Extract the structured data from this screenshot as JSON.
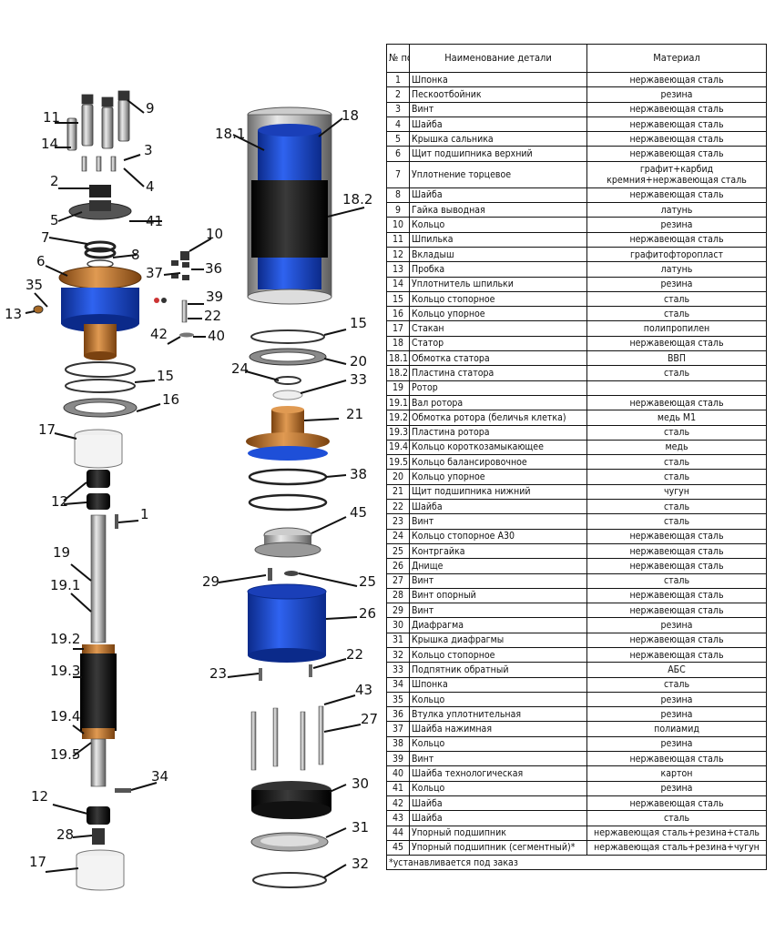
{
  "table": {
    "header": {
      "pos": "№ поз",
      "name": "Наименование детали",
      "material": "Материал"
    },
    "rows": [
      {
        "pos": "1",
        "name": "Шпонка",
        "material": "нержавеющая сталь"
      },
      {
        "pos": "2",
        "name": "Пескоотбойник",
        "material": "резина"
      },
      {
        "pos": "3",
        "name": "Винт",
        "material": "нержавеющая сталь"
      },
      {
        "pos": "4",
        "name": "Шайба",
        "material": "нержавеющая сталь"
      },
      {
        "pos": "5",
        "name": "Крышка сальника",
        "material": "нержавеющая сталь"
      },
      {
        "pos": "6",
        "name": "Щит подшипника верхний",
        "material": "нержавеющая сталь"
      },
      {
        "pos": "7",
        "name": "Уплотнение торцевое",
        "material": "графит+карбид кремния+нержавеющая сталь"
      },
      {
        "pos": "8",
        "name": "Шайба",
        "material": "нержавеющая сталь"
      },
      {
        "pos": "9",
        "name": "Гайка выводная",
        "material": "латунь"
      },
      {
        "pos": "10",
        "name": "Кольцо",
        "material": "резина"
      },
      {
        "pos": "11",
        "name": "Шпилька",
        "material": "нержавеющая сталь"
      },
      {
        "pos": "12",
        "name": "Вкладыш",
        "material": "графитофторопласт"
      },
      {
        "pos": "13",
        "name": "Пробка",
        "material": "латунь"
      },
      {
        "pos": "14",
        "name": "Уплотнитель шпильки",
        "material": "резина"
      },
      {
        "pos": "15",
        "name": "Кольцо стопорное",
        "material": "сталь"
      },
      {
        "pos": "16",
        "name": "Кольцо упорное",
        "material": "сталь"
      },
      {
        "pos": "17",
        "name": "Стакан",
        "material": "полипропилен"
      },
      {
        "pos": "18",
        "name": "Статор",
        "material": "нержавеющая сталь"
      },
      {
        "pos": "18.1",
        "name": "Обмотка статора",
        "material": "ВВП"
      },
      {
        "pos": "18.2",
        "name": "Пластина статора",
        "material": "сталь"
      },
      {
        "pos": "19",
        "name": "Ротор",
        "material": ""
      },
      {
        "pos": "19.1",
        "name": "Вал ротора",
        "material": "нержавеющая сталь"
      },
      {
        "pos": "19.2",
        "name": "Обмотка ротора (беличья клетка)",
        "material": "медь М1"
      },
      {
        "pos": "19.3",
        "name": "Пластина ротора",
        "material": "сталь"
      },
      {
        "pos": "19.4",
        "name": "Кольцо короткозамыкающее",
        "material": "медь"
      },
      {
        "pos": "19.5",
        "name": "Кольцо балансировочное",
        "material": "сталь"
      },
      {
        "pos": "20",
        "name": "Кольцо упорное",
        "material": "сталь"
      },
      {
        "pos": "21",
        "name": "Щит подшипника нижний",
        "material": "чугун"
      },
      {
        "pos": "22",
        "name": "Шайба",
        "material": "сталь"
      },
      {
        "pos": "23",
        "name": "Винт",
        "material": "сталь"
      },
      {
        "pos": "24",
        "name": "Кольцо стопорное А30",
        "material": "нержавеющая сталь"
      },
      {
        "pos": "25",
        "name": "Контргайка",
        "material": "нержавеющая сталь"
      },
      {
        "pos": "26",
        "name": "Днище",
        "material": "нержавеющая сталь"
      },
      {
        "pos": "27",
        "name": "Винт",
        "material": "сталь"
      },
      {
        "pos": "28",
        "name": "Винт опорный",
        "material": "нержавеющая сталь"
      },
      {
        "pos": "29",
        "name": "Винт",
        "material": "нержавеющая сталь"
      },
      {
        "pos": "30",
        "name": "Диафрагма",
        "material": "резина"
      },
      {
        "pos": "31",
        "name": "Крышка диафрагмы",
        "material": "нержавеющая сталь"
      },
      {
        "pos": "32",
        "name": "Кольцо стопорное",
        "material": "нержавеющая сталь"
      },
      {
        "pos": "33",
        "name": "Подпятник обратный",
        "material": "АБС"
      },
      {
        "pos": "34",
        "name": "Шпонка",
        "material": "сталь"
      },
      {
        "pos": "35",
        "name": "Кольцо",
        "material": "резина"
      },
      {
        "pos": "36",
        "name": "Втулка уплотнительная",
        "material": "резина"
      },
      {
        "pos": "37",
        "name": "Шайба нажимная",
        "material": "полиамид"
      },
      {
        "pos": "38",
        "name": "Кольцо",
        "material": "резина"
      },
      {
        "pos": "39",
        "name": "Винт",
        "material": "нержавеющая сталь"
      },
      {
        "pos": "40",
        "name": "Шайба технологическая",
        "material": "картон"
      },
      {
        "pos": "41",
        "name": "Кольцо",
        "material": "резина"
      },
      {
        "pos": "42",
        "name": "Шайба",
        "material": "нержавеющая сталь"
      },
      {
        "pos": "43",
        "name": "Шайба",
        "material": "сталь"
      },
      {
        "pos": "44",
        "name": "Упорный подшипник",
        "material": "нержавеющая сталь+резина+сталь"
      },
      {
        "pos": "45",
        "name": "Упорный подшипник (сегментный)*",
        "material": "нержавеющая сталь+резина+чугун"
      }
    ],
    "footnote": "*устанавливается под заказ"
  },
  "callouts": {
    "c9": "9",
    "c11": "11",
    "c14": "14",
    "c3": "3",
    "c4": "4",
    "c2": "2",
    "c5": "5",
    "c41": "41",
    "c7": "7",
    "c8": "8",
    "c10": "10",
    "c6": "6",
    "c35": "35",
    "c37": "37",
    "c36": "36",
    "c13": "13",
    "c39": "39",
    "c22a": "22",
    "c42": "42",
    "c40": "40",
    "c15a": "15",
    "c16": "16",
    "c17a": "17",
    "c12a": "12",
    "c1": "1",
    "c19": "19",
    "c19_1": "19.1",
    "c19_2": "19.2",
    "c19_3": "19.3",
    "c19_4": "19.4",
    "c19_5": "19.5",
    "c34": "34",
    "c12b": "12",
    "c28": "28",
    "c17b": "17",
    "c18_1": "18.1",
    "c18": "18",
    "c18_2": "18.2",
    "c15b": "15",
    "c20": "20",
    "c24": "24",
    "c33": "33",
    "c21": "21",
    "c38": "38",
    "c45": "45",
    "c29": "29",
    "c25": "25",
    "c26": "26",
    "c23": "23",
    "c22b": "22",
    "c43": "43",
    "c27": "27",
    "c30": "30",
    "c31": "31",
    "c32": "32"
  },
  "colors": {
    "blue": "#1e4fd8",
    "bronze": "#c77a2b",
    "black": "#1a1a1a",
    "steel": "#b8b8b8"
  }
}
